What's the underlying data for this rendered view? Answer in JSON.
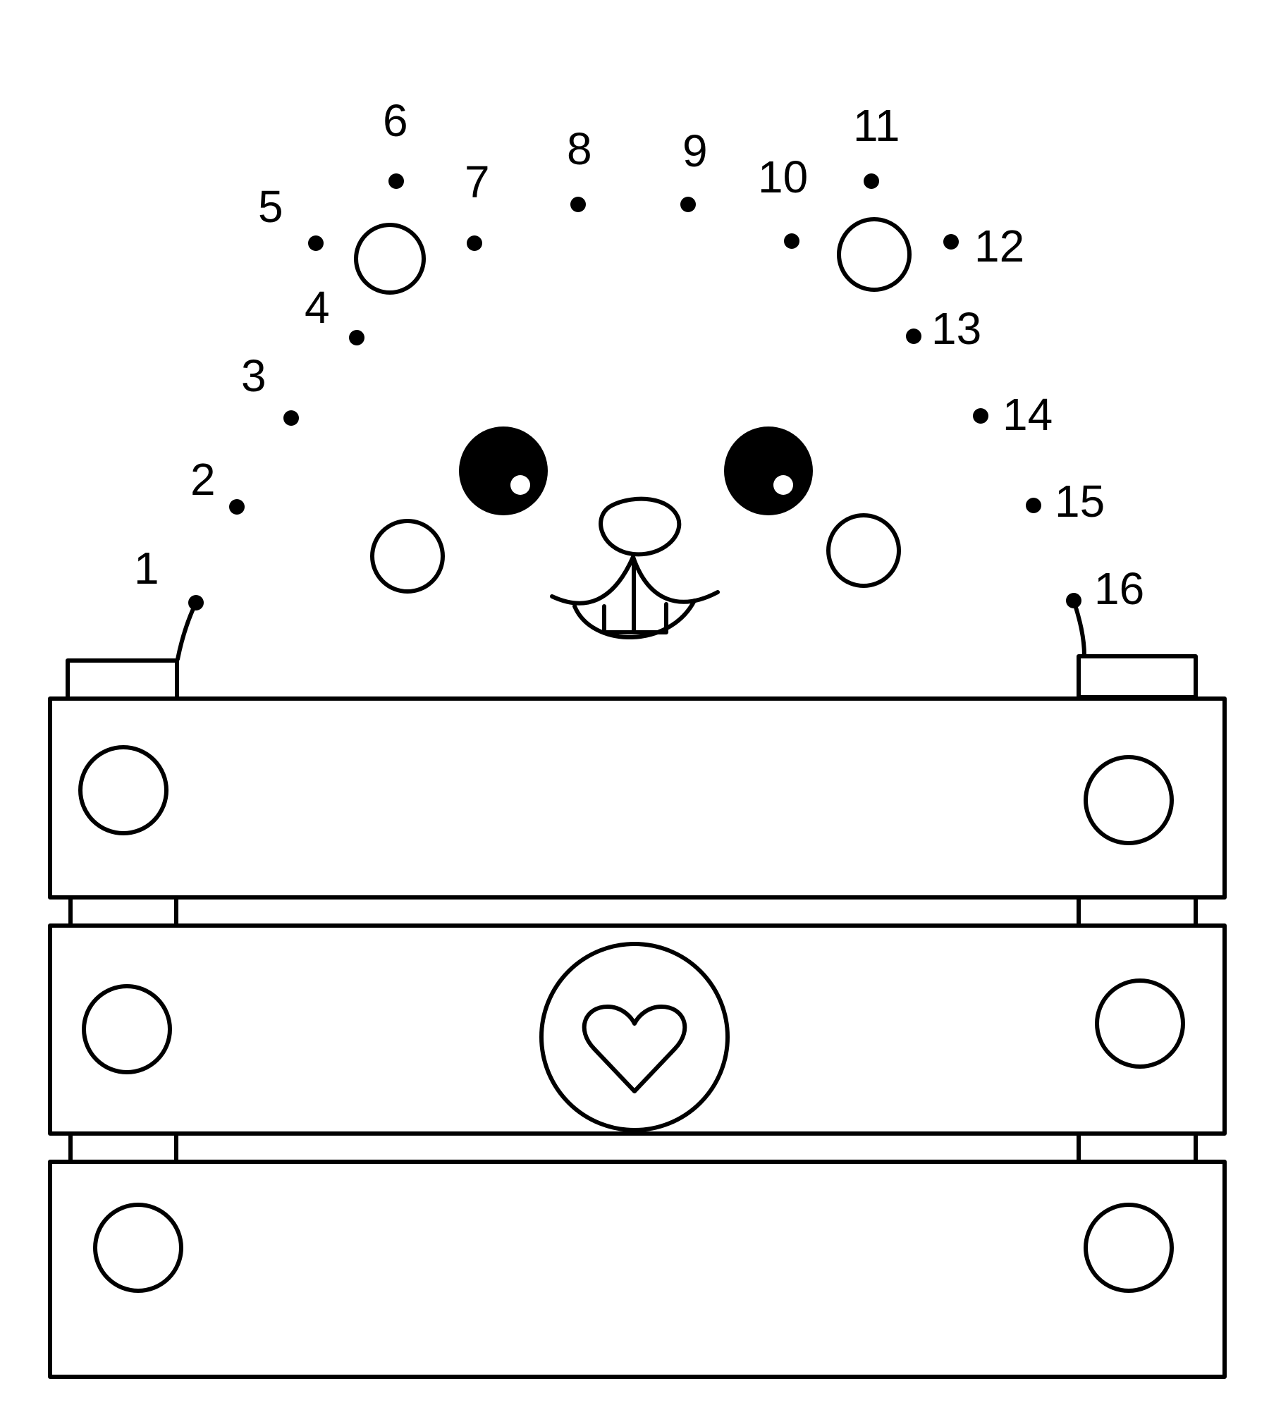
{
  "puzzle": {
    "dots": [
      {
        "n": "1"
      },
      {
        "n": "2"
      },
      {
        "n": "3"
      },
      {
        "n": "4"
      },
      {
        "n": "5"
      },
      {
        "n": "6"
      },
      {
        "n": "7"
      },
      {
        "n": "8"
      },
      {
        "n": "9"
      },
      {
        "n": "10"
      },
      {
        "n": "11"
      },
      {
        "n": "12"
      },
      {
        "n": "13"
      },
      {
        "n": "14"
      },
      {
        "n": "15"
      },
      {
        "n": "16"
      }
    ],
    "line_color": "#000000",
    "background": "#ffffff"
  }
}
